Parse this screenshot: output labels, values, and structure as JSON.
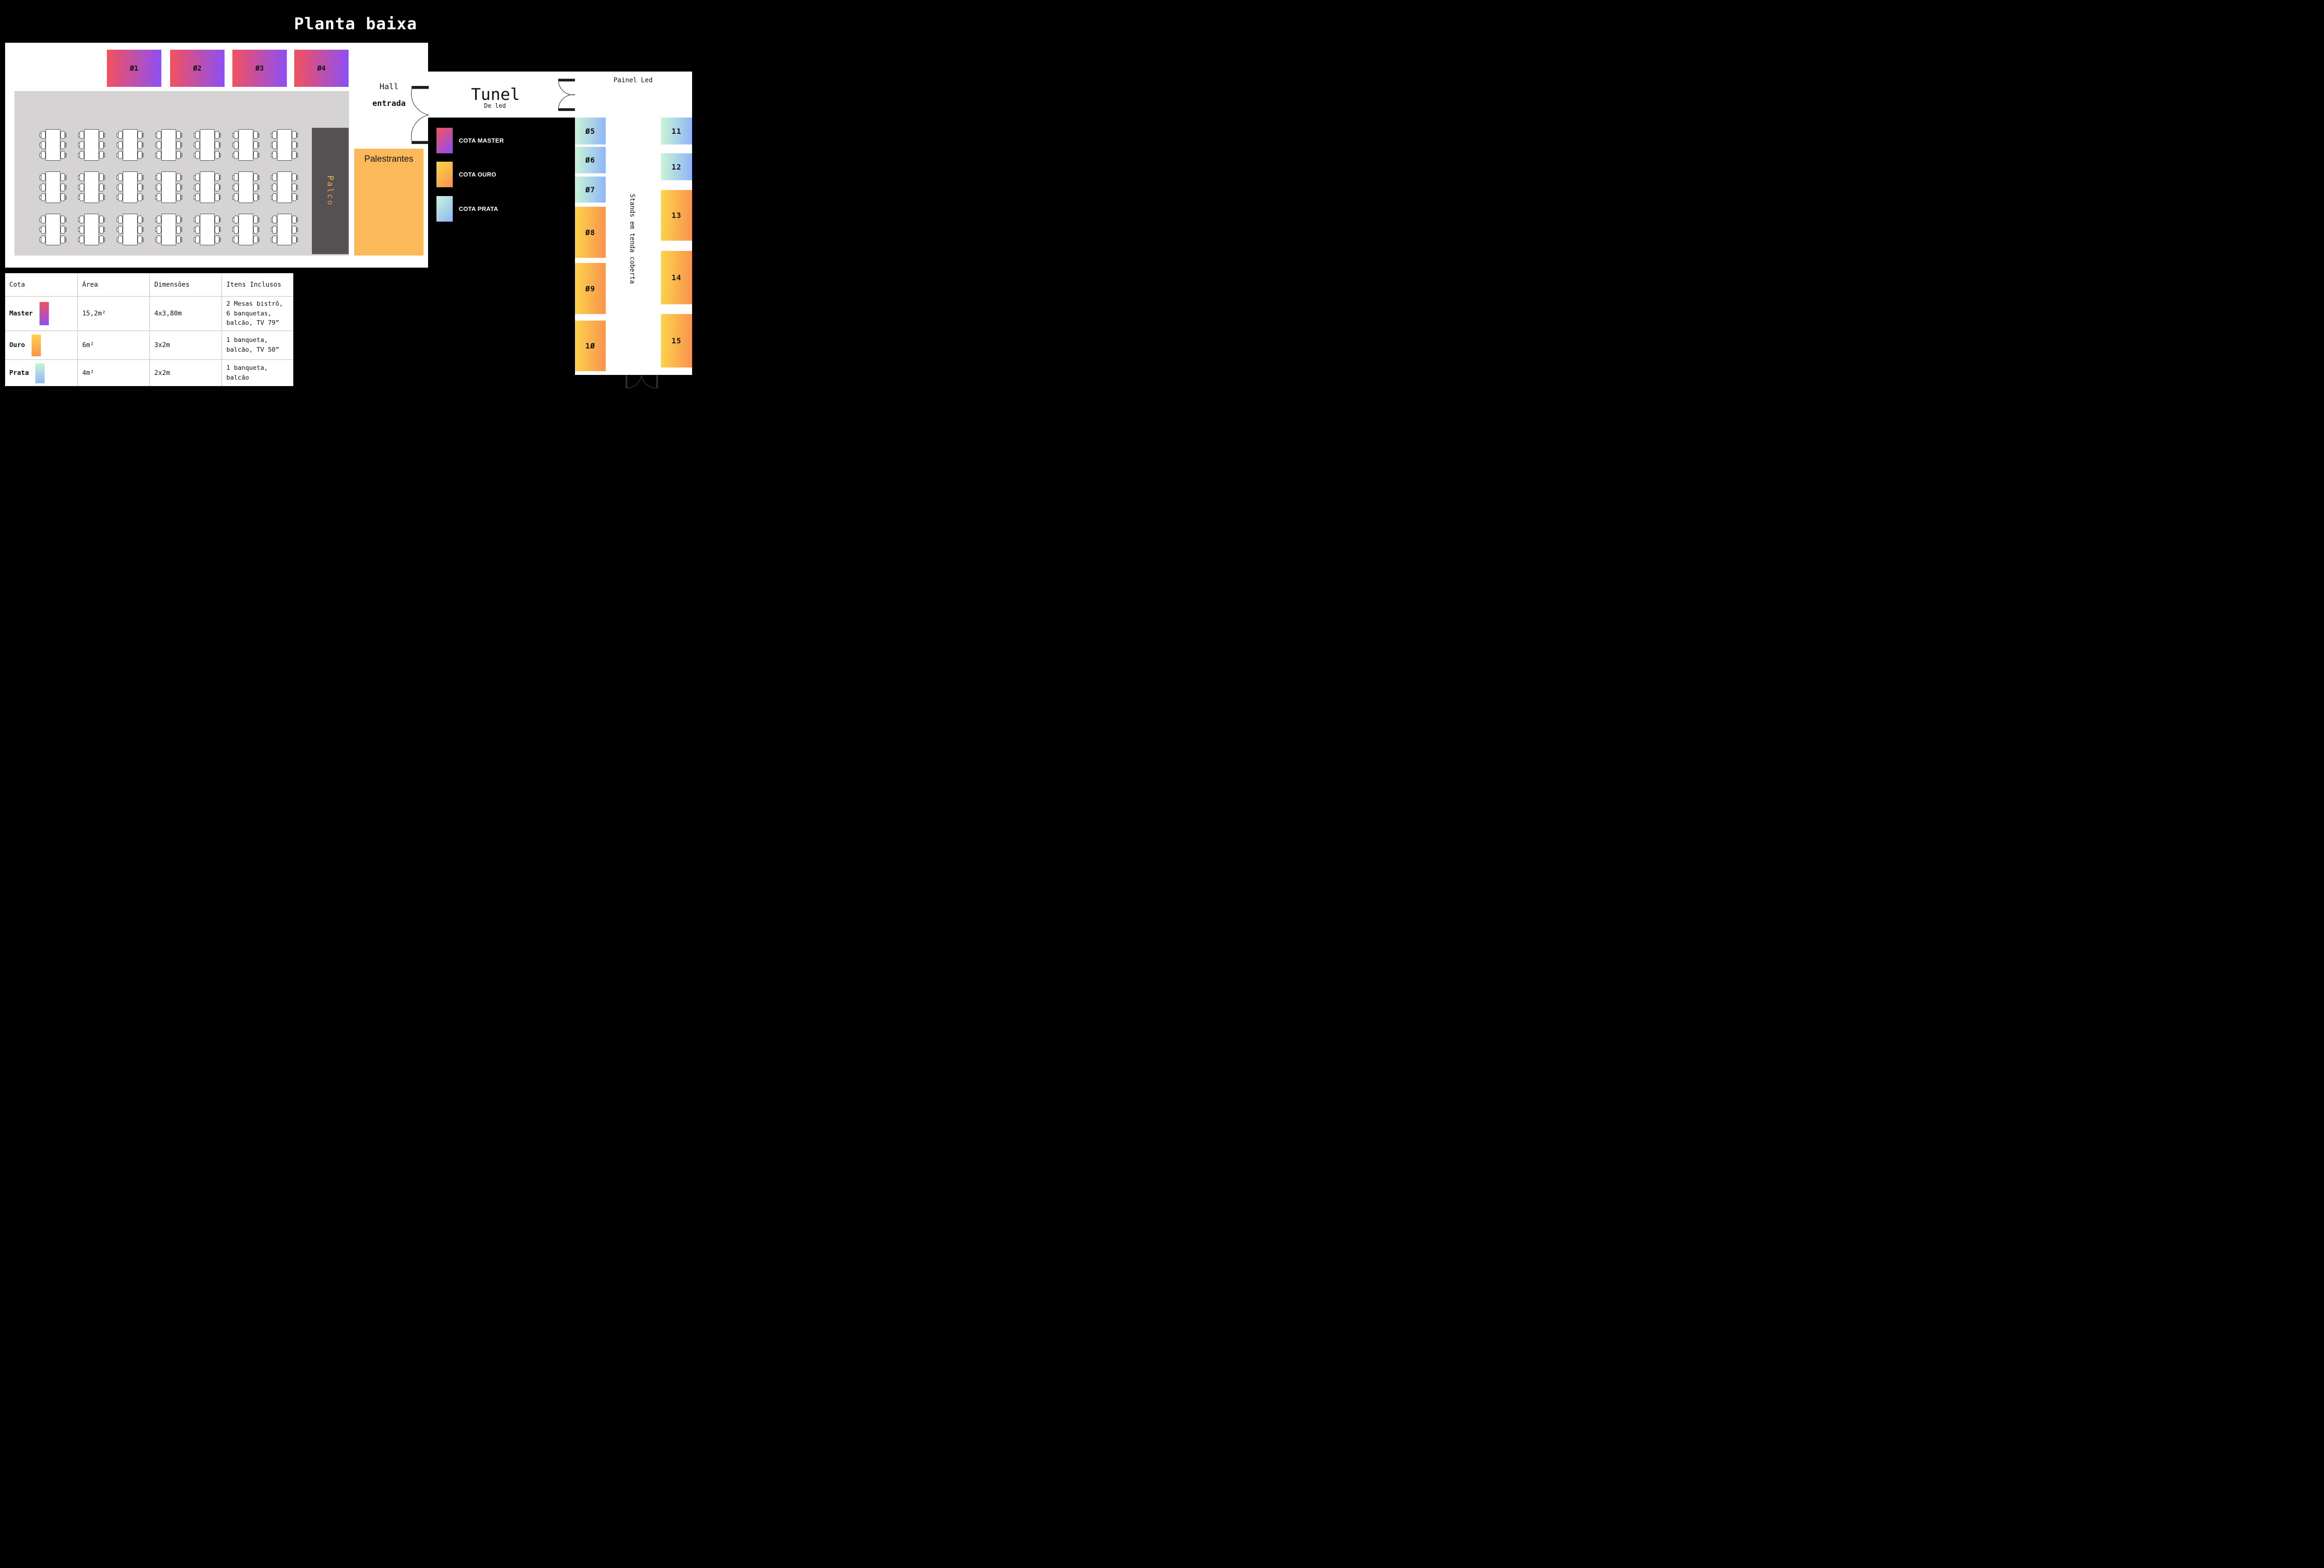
{
  "title": "Planta baixa",
  "room": {
    "master_stands": [
      {
        "label": "Ø1"
      },
      {
        "label": "Ø2"
      },
      {
        "label": "Ø3"
      },
      {
        "label": "Ø4"
      }
    ],
    "palco_label": "Palco",
    "palestrantes_label": "Palestrantes",
    "hall": {
      "line1": "Hall",
      "line2": "entrada"
    },
    "seating": {
      "table_rows": 3,
      "table_columns": 7,
      "chairs_per_side": 3
    }
  },
  "tunnel": {
    "title": "Tunel",
    "subtitle": "De led",
    "painel_label": "Painel Led"
  },
  "legend": {
    "items": [
      {
        "tier": "master",
        "label": "COTA MASTER"
      },
      {
        "tier": "ouro",
        "label": "COTA OURO"
      },
      {
        "tier": "prata",
        "label": "COTA PRATA"
      }
    ]
  },
  "stands_area": {
    "vertical_label": "Stands em tenda coberta",
    "left_column": [
      {
        "label": "Ø5",
        "tier": "prata"
      },
      {
        "label": "Ø6",
        "tier": "prata"
      },
      {
        "label": "Ø7",
        "tier": "prata"
      },
      {
        "label": "Ø8",
        "tier": "ouro"
      },
      {
        "label": "Ø9",
        "tier": "ouro"
      },
      {
        "label": "1Ø",
        "tier": "ouro"
      }
    ],
    "right_column": [
      {
        "label": "11",
        "tier": "prata"
      },
      {
        "label": "12",
        "tier": "prata"
      },
      {
        "label": "13",
        "tier": "ouro"
      },
      {
        "label": "14",
        "tier": "ouro"
      },
      {
        "label": "15",
        "tier": "ouro"
      }
    ]
  },
  "pricing_table": {
    "headers": [
      "Cota",
      "Área",
      "Dimensões",
      "Itens Inclusos"
    ],
    "rows": [
      {
        "name": "Master",
        "tier": "master",
        "area": "15,2m²",
        "dimensions": "4x3,80m",
        "items": [
          "2 Mesas bistrô,",
          "6 banquetas,",
          "balcão, TV 79”"
        ]
      },
      {
        "name": "Ouro",
        "tier": "ouro",
        "area": "6m²",
        "dimensions": "3x2m",
        "items": [
          "1 banqueta,",
          "balcão, TV 50”"
        ]
      },
      {
        "name": "Prata",
        "tier": "prata",
        "area": "4m²",
        "dimensions": "2x2m",
        "items": [
          "1 banqueta,",
          "balcão"
        ]
      }
    ]
  },
  "colors": {
    "master_from": "#F4515C",
    "master_to": "#8B4FF7",
    "ouro_from": "#FDD44B",
    "ouro_to": "#F9924E",
    "prata_from": "#C9F5D6",
    "prata_to": "#8FB5F7",
    "floor": "#D5D3D3",
    "palco": "#555152",
    "palestrantes": "#FBB95A",
    "palco_text_from": "#F5C04F",
    "palco_text_to": "#EF8A4B"
  }
}
